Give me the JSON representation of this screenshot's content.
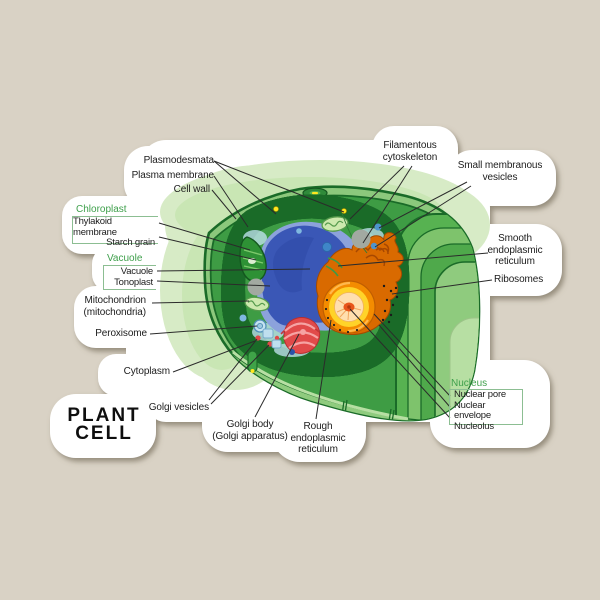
{
  "product": {
    "type": "die-cut sticker of a labeled plant cell diagram",
    "title": [
      "PLANT",
      "CELL"
    ]
  },
  "palette": {
    "background": "#D9D2C5",
    "sticker": "#FFFFFF",
    "glow_green": "#D7EBC6",
    "cell_dark_green": "#3E9C44",
    "cell_wall_green": "#57B251",
    "cell_light_green": "#8FCB7E",
    "cell_pale_green": "#B7DFA3",
    "membrane_yellow": "#FFE71F",
    "cytoplasm_blue": "#A9DAF0",
    "vacuole_blue": "#3A57B6",
    "vacuole_halo": "#8CA2DC",
    "nucleus_orange": "#F48C00",
    "nucleus_inner": "#FFDFAE",
    "nucleolus_orange": "#E8561A",
    "rough_er_orange": "#D96A00",
    "golgi_red": "#E14A4A",
    "golgi_pink": "#F6A3A3",
    "header_green": "#3FA04C",
    "leader_line": "#2B2B2B"
  },
  "labels": {
    "plasmodesmata": "Plasmodesmata",
    "plasma_membrane": "Plasma membrane",
    "cell_wall": "Cell wall",
    "chloroplast_group": {
      "header": "Chloroplast",
      "items": [
        "Thylakoid membrane",
        "Starch grain"
      ]
    },
    "vacuole_group": {
      "header": "Vacuole",
      "items": [
        "Vacuole",
        "Tonoplast"
      ]
    },
    "mitochondrion": [
      "Mitochondrion",
      "(mitochondria)"
    ],
    "peroxisome": "Peroxisome",
    "cytoplasm": "Cytoplasm",
    "golgi_vesicles": "Golgi vesicles",
    "golgi_body": [
      "Golgi body",
      "(Golgi apparatus)"
    ],
    "rough_er": [
      "Rough",
      "endoplasmic",
      "reticulum"
    ],
    "filamentous": [
      "Filamentous",
      "cytoskeleton"
    ],
    "small_vesicles": [
      "Small membranous",
      "vesicles"
    ],
    "smooth_er": [
      "Smooth",
      "endoplasmic",
      "reticulum"
    ],
    "ribosomes": "Ribosomes",
    "nucleus_group": {
      "header": "Nucleus",
      "items": [
        "Nuclear pore",
        "Nuclear envelope",
        "Nucleolus"
      ]
    }
  }
}
